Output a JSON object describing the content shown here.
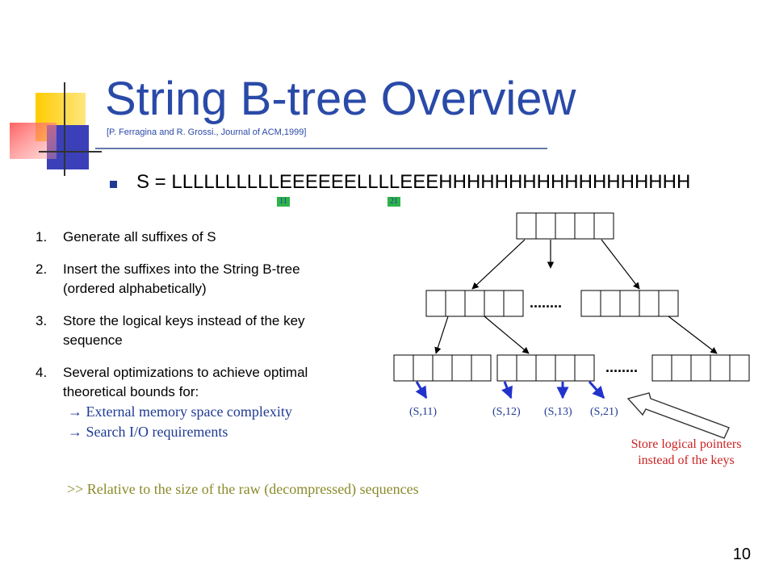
{
  "slide": {
    "title": "String B-tree Overview",
    "citation": "[P. Ferragina and R. Grossi., Journal of ACM,1999]",
    "string_line": "S = LLLLLLLLLLEEEEEELLLLEEEHHHHHHHHHHHHHHHHHH",
    "markers": [
      "11",
      "21"
    ],
    "steps": [
      {
        "num": "1.",
        "lines": [
          "Generate all suffixes of S"
        ]
      },
      {
        "num": "2.",
        "lines": [
          "Insert the suffixes into the String B-tree",
          "(ordered alphabetically)"
        ]
      },
      {
        "num": "3.",
        "lines": [
          "Store the logical keys instead of the key",
          "sequence"
        ]
      },
      {
        "num": "4.",
        "lines": [
          "Several optimizations to achieve  optimal",
          "theoretical bounds for:"
        ]
      }
    ],
    "sub_items": [
      "→ External memory space complexity",
      "→ Search I/O requirements"
    ],
    "note": ">> Relative to the size of the raw (decompressed) sequences",
    "page_number": "10"
  },
  "diagram": {
    "dots_label": "........",
    "pointer_labels": [
      "(S,11)",
      "(S,12)",
      "(S,13)",
      "(S,21)"
    ],
    "store_note": [
      "Store logical pointers",
      "instead of the keys"
    ],
    "colors": {
      "title": "#2a4aa8",
      "pointer": "#1f3a93",
      "note": "#cc2222",
      "marker": "#2eb34a"
    }
  }
}
